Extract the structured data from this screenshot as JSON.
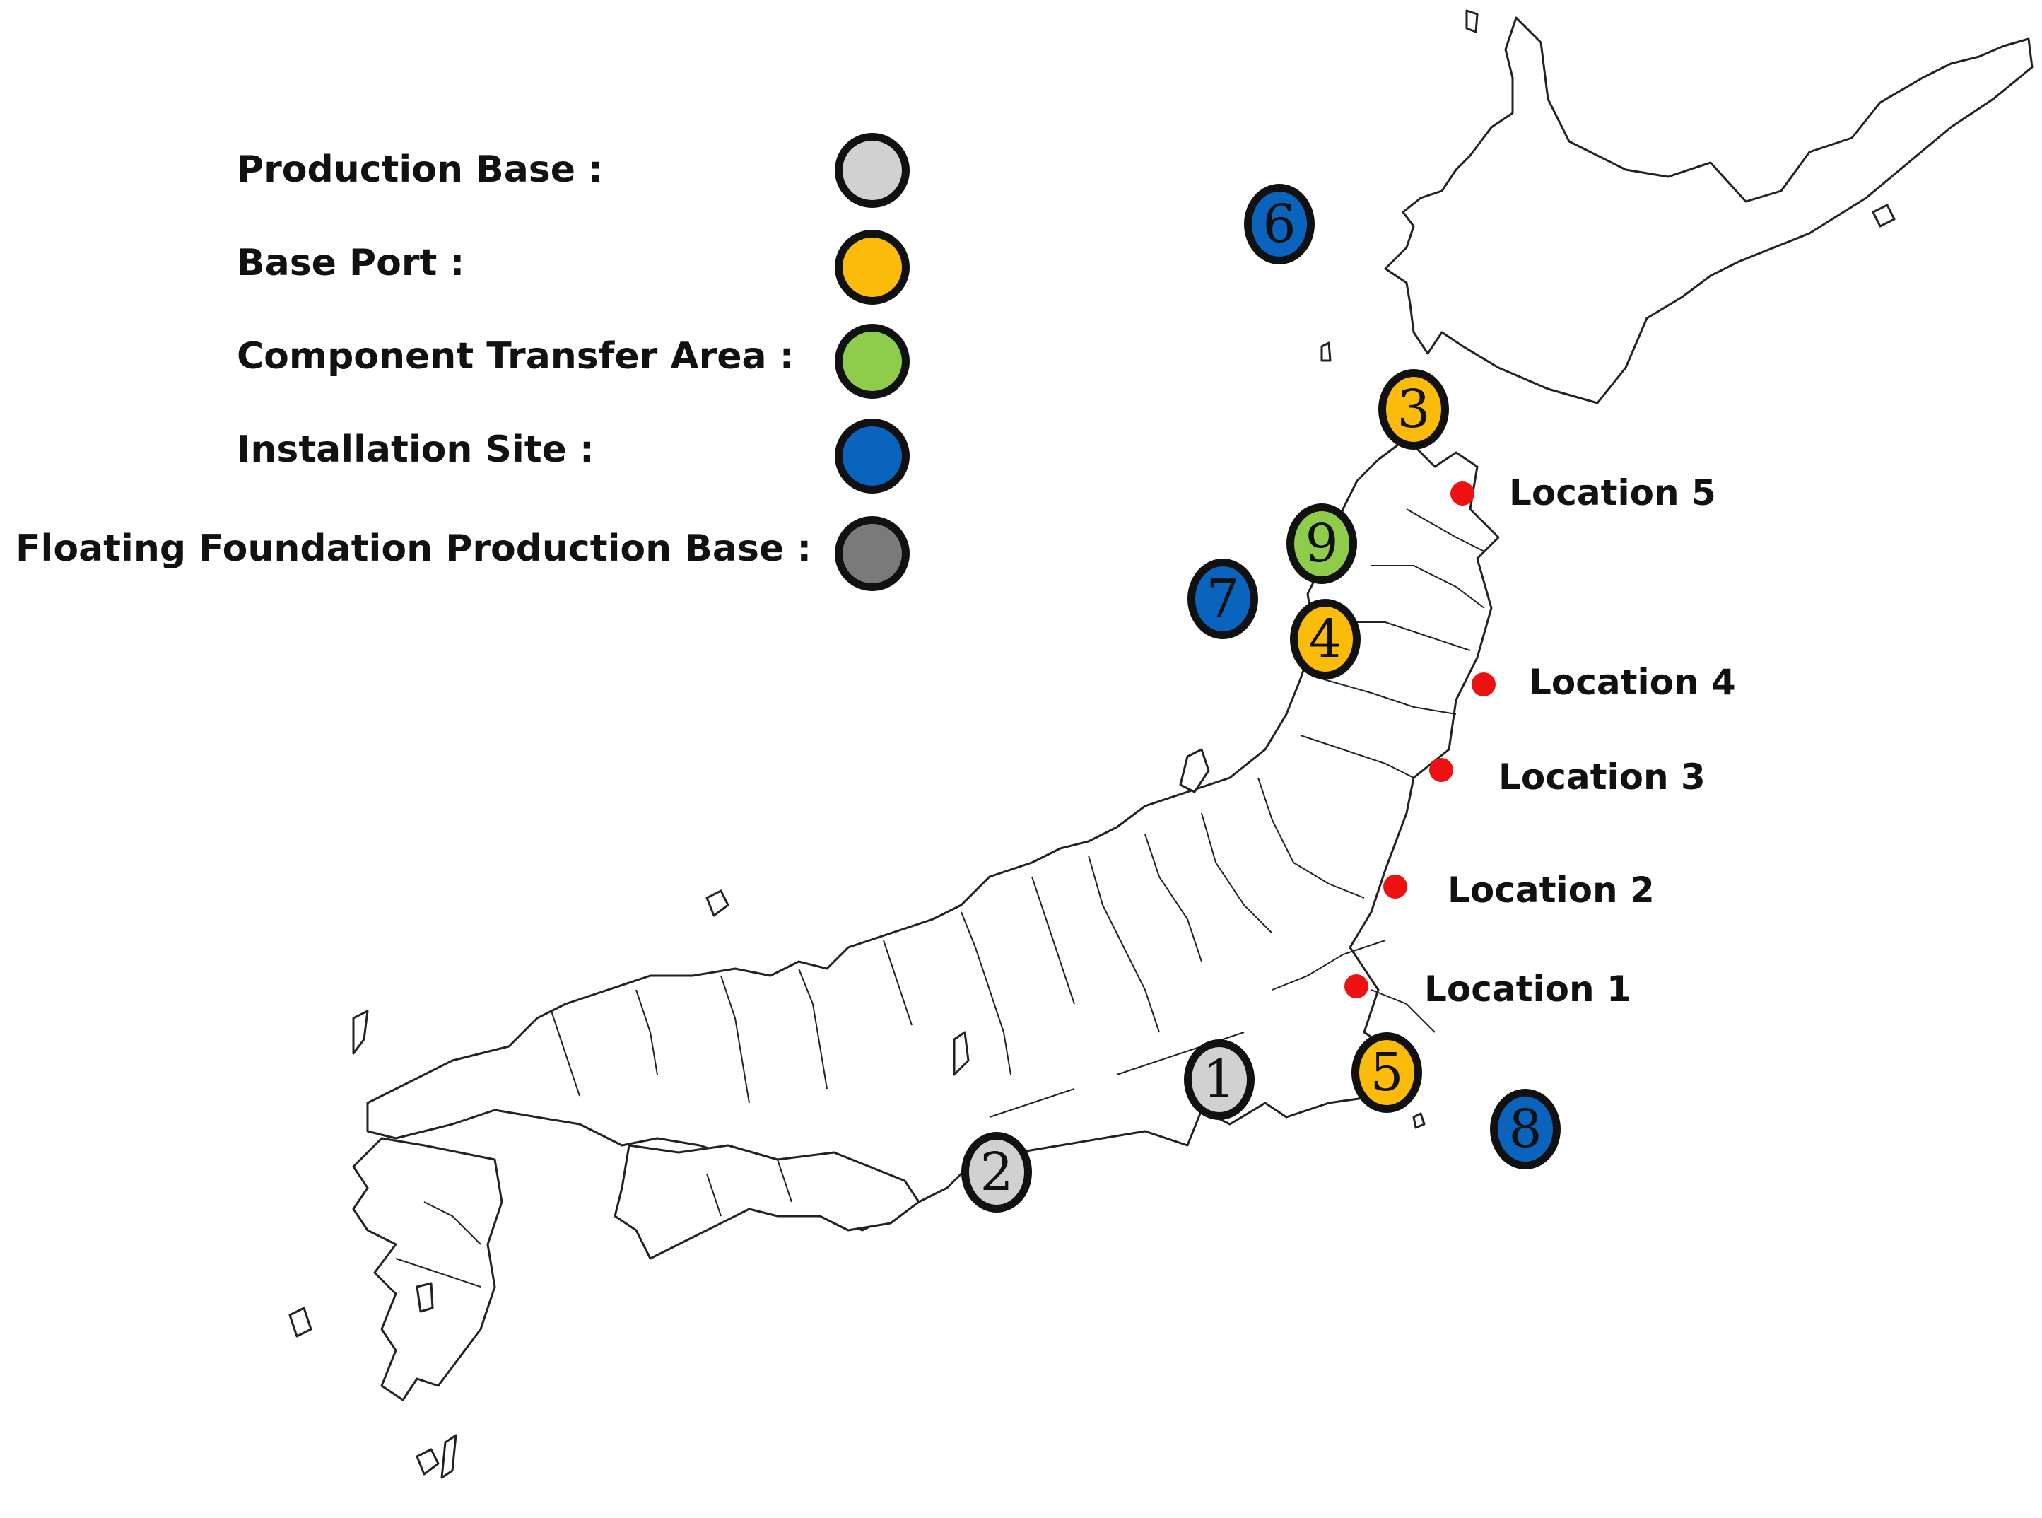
{
  "colors": {
    "production_base": "#d1d1d1",
    "base_port": "#fbbb0b",
    "component_transfer_area": "#90cc4c",
    "installation_site": "#0a64be",
    "floating_foundation_production_base": "#7a7a7a",
    "location_dot": "#ee1111",
    "outline": "#111111"
  },
  "legend": [
    {
      "label": "Production Base :",
      "color_key": "production_base"
    },
    {
      "label": "Base Port :",
      "color_key": "base_port"
    },
    {
      "label": "Component Transfer Area :",
      "color_key": "component_transfer_area"
    },
    {
      "label": "Installation Site :",
      "color_key": "installation_site"
    },
    {
      "label": "Floating Foundation Production Base :",
      "color_key": "floating_foundation_production_base"
    }
  ],
  "markers": [
    {
      "number": "1",
      "type": "production_base"
    },
    {
      "number": "2",
      "type": "production_base"
    },
    {
      "number": "3",
      "type": "base_port"
    },
    {
      "number": "4",
      "type": "base_port"
    },
    {
      "number": "5",
      "type": "base_port"
    },
    {
      "number": "6",
      "type": "installation_site"
    },
    {
      "number": "7",
      "type": "installation_site"
    },
    {
      "number": "8",
      "type": "installation_site"
    },
    {
      "number": "9",
      "type": "component_transfer_area"
    }
  ],
  "locations": [
    {
      "label": "Location 1"
    },
    {
      "label": "Location 2"
    },
    {
      "label": "Location 3"
    },
    {
      "label": "Location 4"
    },
    {
      "label": "Location 5"
    }
  ]
}
